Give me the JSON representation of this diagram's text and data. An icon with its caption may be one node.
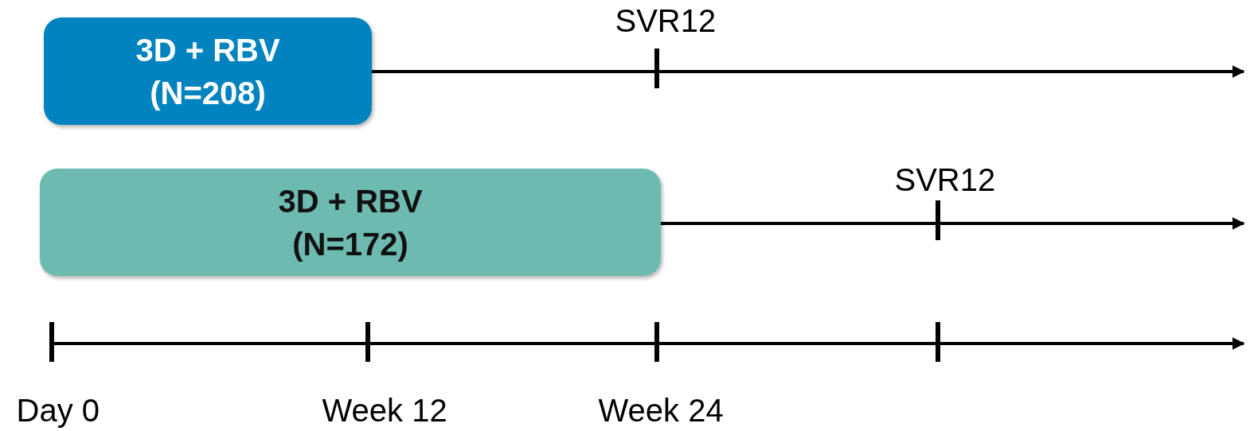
{
  "diagram": {
    "nodes": [
      {
        "text": [
          "3D + RBV (N=208)"
        ]
      },
      {
        "text": [
          "3D + RBV (N=172)"
        ]
      }
    ],
    "edges": [
      {
        "from": 0,
        "to": null,
        "arrow": "to"
      },
      {
        "from": 1,
        "to": null,
        "arrow": "to"
      }
    ],
    "labels": [
      "SVR12",
      "SVR12",
      "Day 0",
      "Week 12",
      "Week 24"
    ]
  }
}
